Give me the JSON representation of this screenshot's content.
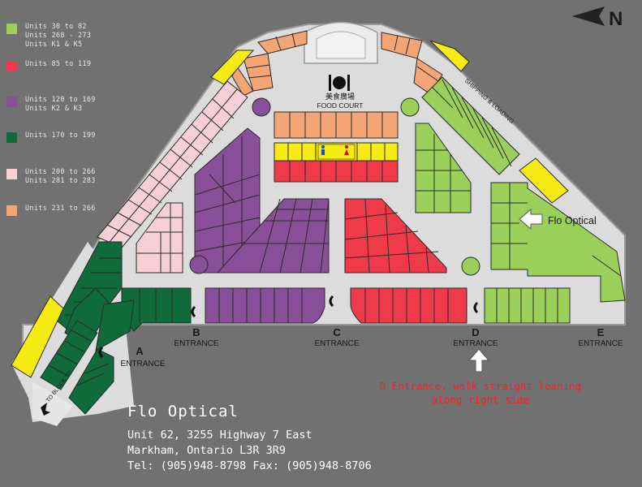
{
  "legend": [
    {
      "color": "#9ad05a",
      "lines": [
        "Units 30 to 82",
        "Units 268 - 273",
        "Units K1 & K5"
      ]
    },
    {
      "color": "#ef3a4a",
      "lines": [
        "Units 85 to 119"
      ]
    },
    {
      "color": "#8a4f99",
      "lines": [
        "Units 120 to 169",
        "Units K2 & K3"
      ]
    },
    {
      "color": "#0f6b3a",
      "lines": [
        "Units 170 to 199"
      ]
    },
    {
      "color": "#f7cfd6",
      "lines": [
        "Units 200 to 266",
        "Units 281 to 283"
      ]
    },
    {
      "color": "#f4a575",
      "lines": [
        "Units 231 to 266"
      ]
    }
  ],
  "compass": {
    "label": "N"
  },
  "map": {
    "food_court_cn": "美食廣場",
    "food_court": "FOOD COURT",
    "shipping": "SHIPPING & LOADING",
    "to_block": "TO BLOCK \"E\"",
    "flo_label": "Flo Optical",
    "entrances": [
      {
        "letter": "A",
        "word": "ENTRANCE"
      },
      {
        "letter": "B",
        "word": "ENTRANCE"
      },
      {
        "letter": "C",
        "word": "ENTRANCE"
      },
      {
        "letter": "D",
        "word": "ENTRANCE"
      },
      {
        "letter": "E",
        "word": "ENTRANCE"
      }
    ]
  },
  "note": [
    "D Entrance, walk straight leaning",
    "along right side"
  ],
  "info": {
    "title": "Flo Optical",
    "address1": "Unit 62, 3255 Highway 7 East",
    "address2": "Markham, Ontario L3R 3R9",
    "phone": "Tel: (905)948-8798    Fax: (905)948-8706"
  },
  "colors": {
    "green": "#9ad05a",
    "red": "#ef3a4a",
    "purple": "#8a4f99",
    "dark_green": "#0f6b3a",
    "pink": "#f7cfd6",
    "orange": "#f4a575",
    "yellow": "#f6eb12",
    "floor": "#dcdcdc",
    "background": "#717171"
  }
}
